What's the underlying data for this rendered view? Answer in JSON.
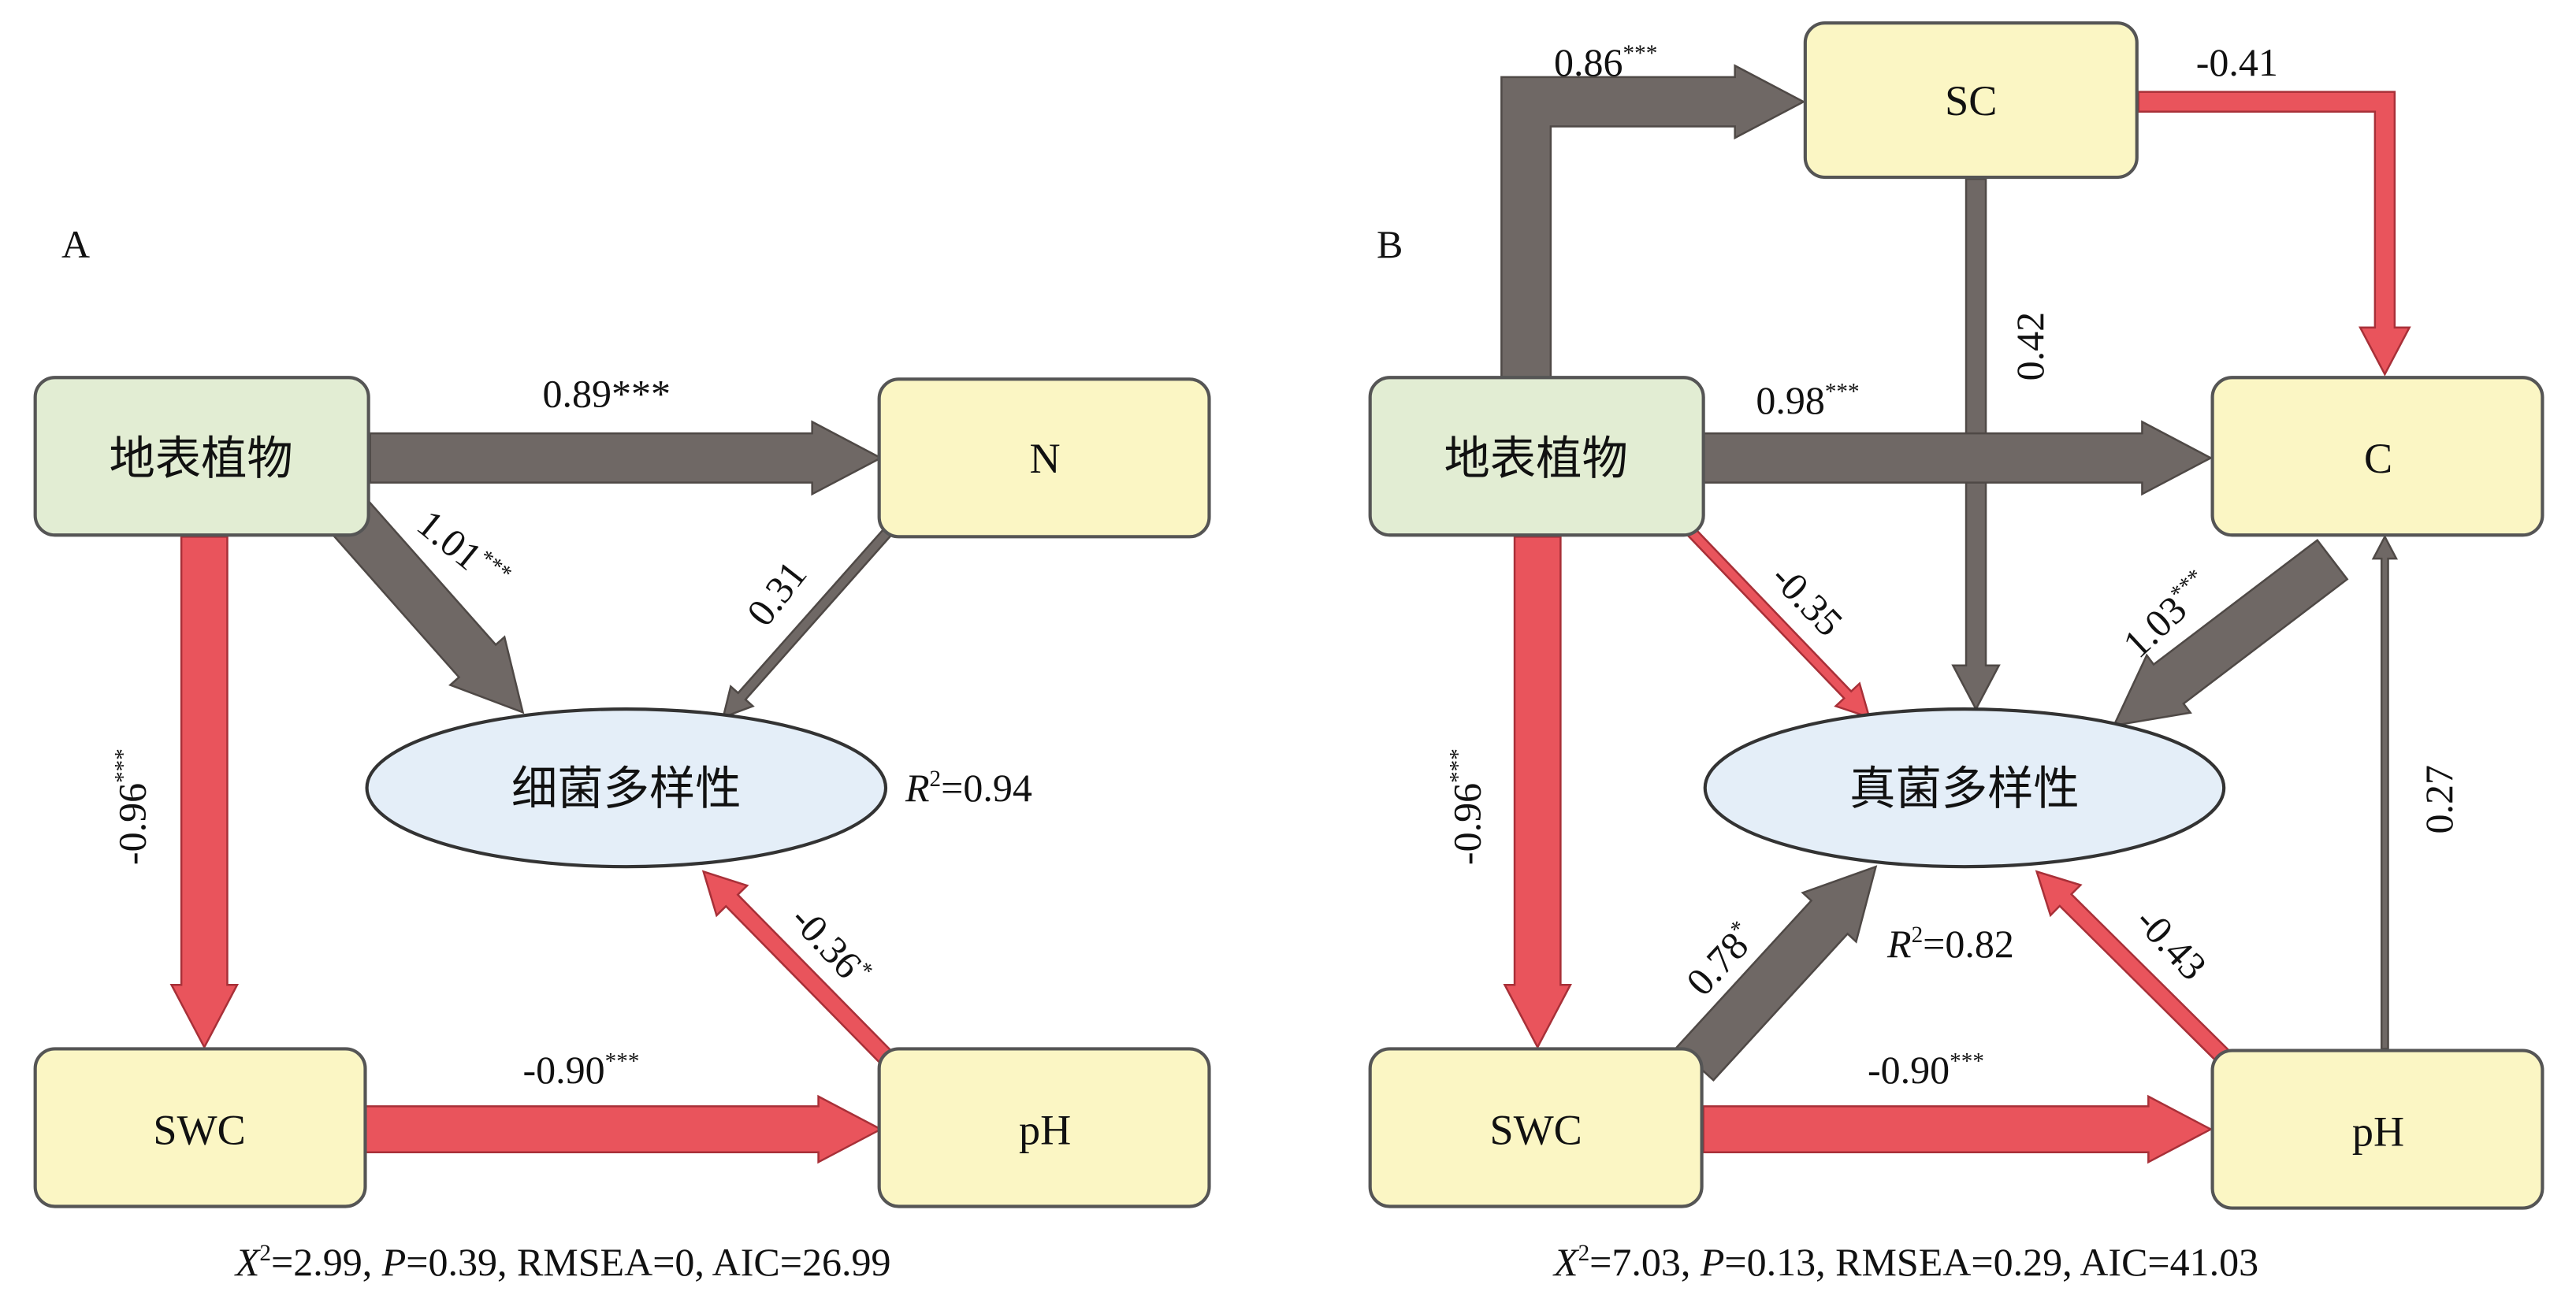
{
  "colors": {
    "positive_path": "#6f6865",
    "positive_edge": "#4f4946",
    "negative_path": "#e9545c",
    "negative_edge": "#a83038",
    "plant_box": "#e2edd3",
    "variable_box": "#fbf6c4",
    "diversity_ellipse": "#e4eef8"
  },
  "panels": [
    {
      "panel_label": "A",
      "nodes": {
        "plant": "地表植物",
        "n": "N",
        "swc": "SWC",
        "ph": "pH",
        "diversity": "细菌多样性"
      },
      "paths": [
        {
          "from": "地表植物",
          "to": "N",
          "coefficient": "0.89",
          "significance": "***",
          "sign": "positive"
        },
        {
          "from": "地表植物",
          "to": "细菌多样性",
          "coefficient": "1.01",
          "significance": "***",
          "sign": "positive"
        },
        {
          "from": "N",
          "to": "细菌多样性",
          "coefficient": "0.31",
          "significance": "",
          "sign": "positive"
        },
        {
          "from": "地表植物",
          "to": "SWC",
          "coefficient": "-0.96",
          "significance": "***",
          "sign": "negative"
        },
        {
          "from": "SWC",
          "to": "pH",
          "coefficient": "-0.90",
          "significance": "***",
          "sign": "negative"
        },
        {
          "from": "pH",
          "to": "细菌多样性",
          "coefficient": "-0.36",
          "significance": "*",
          "sign": "negative"
        }
      ],
      "r2": {
        "symbol": "R",
        "sup": "2",
        "value": "=0.94"
      },
      "fit_parts": [
        "X",
        "2",
        "=2.99, ",
        "P",
        "=0.39, RMSEA=0, AIC=26.99"
      ]
    },
    {
      "panel_label": "B",
      "nodes": {
        "plant": "地表植物",
        "sc": "SC",
        "c": "C",
        "swc": "SWC",
        "ph": "pH",
        "diversity": "真菌多样性"
      },
      "paths": [
        {
          "from": "地表植物",
          "to": "SC",
          "coefficient": "0.86",
          "significance": "***",
          "sign": "positive"
        },
        {
          "from": "SC",
          "to": "C",
          "coefficient": "-0.41",
          "significance": "",
          "sign": "negative"
        },
        {
          "from": "SC",
          "to": "真菌多样性",
          "coefficient": "0.42",
          "significance": "",
          "sign": "positive"
        },
        {
          "from": "地表植物",
          "to": "C",
          "coefficient": "0.98",
          "significance": "***",
          "sign": "positive"
        },
        {
          "from": "地表植物",
          "to": "真菌多样性",
          "coefficient": "-0.35",
          "significance": "",
          "sign": "negative"
        },
        {
          "from": "C",
          "to": "真菌多样性",
          "coefficient": "1.03",
          "significance": "***",
          "sign": "positive"
        },
        {
          "from": "pH",
          "to": "C",
          "coefficient": "0.27",
          "significance": "",
          "sign": "positive"
        },
        {
          "from": "地表植物",
          "to": "SWC",
          "coefficient": "-0.96",
          "significance": "***",
          "sign": "negative"
        },
        {
          "from": "SWC",
          "to": "真菌多样性",
          "coefficient": "0.78",
          "significance": "*",
          "sign": "positive"
        },
        {
          "from": "SWC",
          "to": "pH",
          "coefficient": "-0.90",
          "significance": "***",
          "sign": "negative"
        },
        {
          "from": "pH",
          "to": "真菌多样性",
          "coefficient": "-0.43",
          "significance": "",
          "sign": "negative"
        }
      ],
      "r2": {
        "symbol": "R",
        "sup": "2",
        "value": "=0.82"
      },
      "fit_parts": [
        "X",
        "2",
        "=7.03, ",
        "P",
        "=0.13, RMSEA=0.29, AIC=41.03"
      ]
    }
  ]
}
